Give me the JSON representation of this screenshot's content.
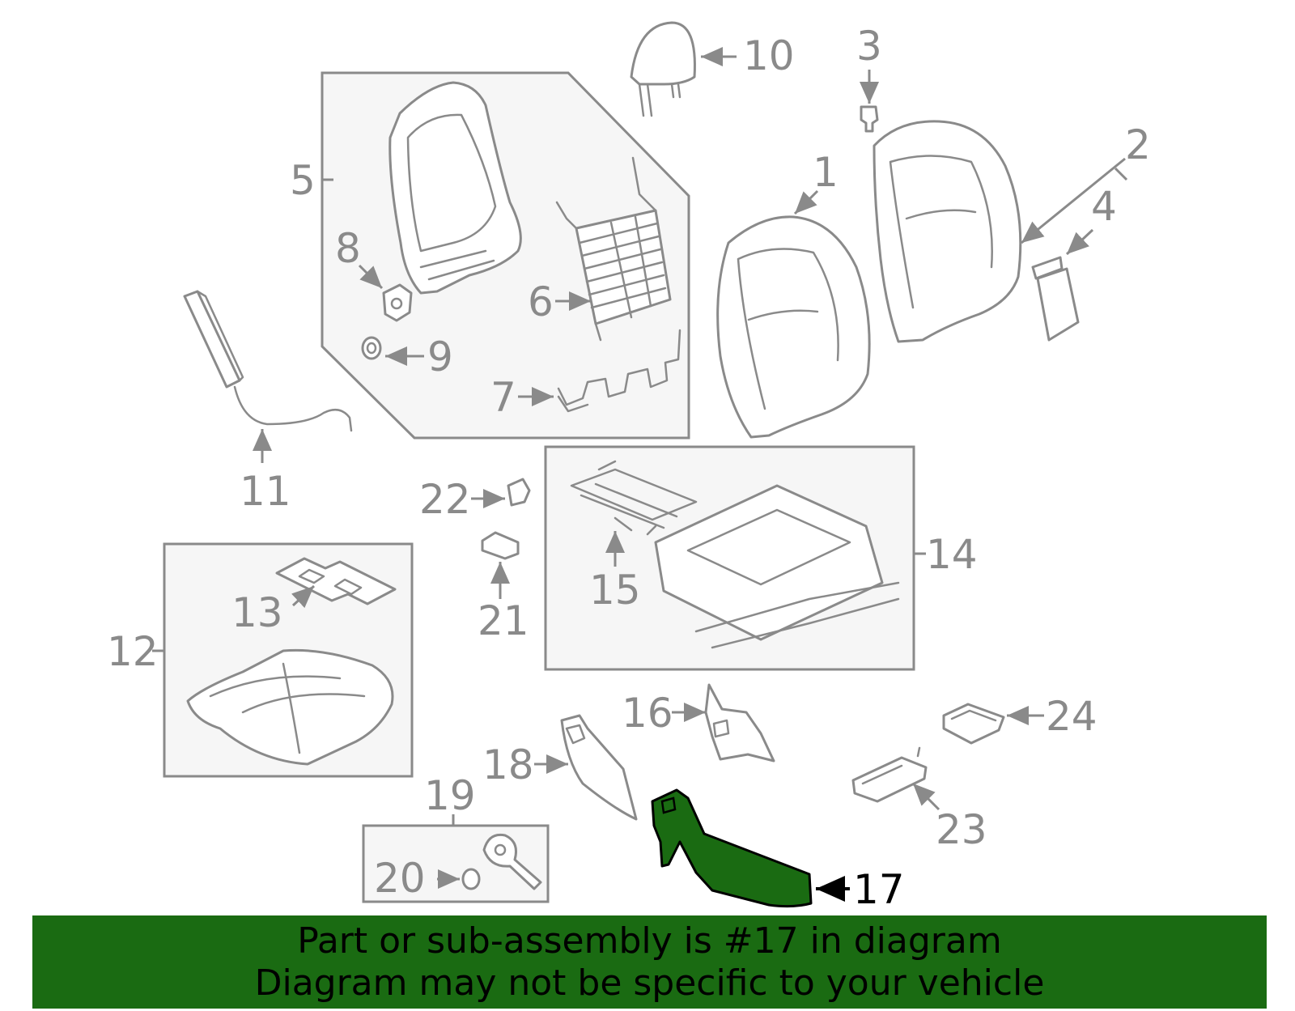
{
  "labels": {
    "n1": "1",
    "n2": "2",
    "n3": "3",
    "n4": "4",
    "n5": "5",
    "n6": "6",
    "n7": "7",
    "n8": "8",
    "n9": "9",
    "n10": "10",
    "n11": "11",
    "n12": "12",
    "n13": "13",
    "n14": "14",
    "n15": "15",
    "n16": "16",
    "n17": "17",
    "n18": "18",
    "n19": "19",
    "n20": "20",
    "n21": "21",
    "n22": "22",
    "n23": "23",
    "n24": "24"
  },
  "highlight": {
    "part": "17",
    "color": "#1a6b12"
  },
  "banner": {
    "line1": "Part or sub-assembly is #17 in diagram",
    "line2": "Diagram may not be specific to your vehicle",
    "color": "#1a6b12"
  }
}
